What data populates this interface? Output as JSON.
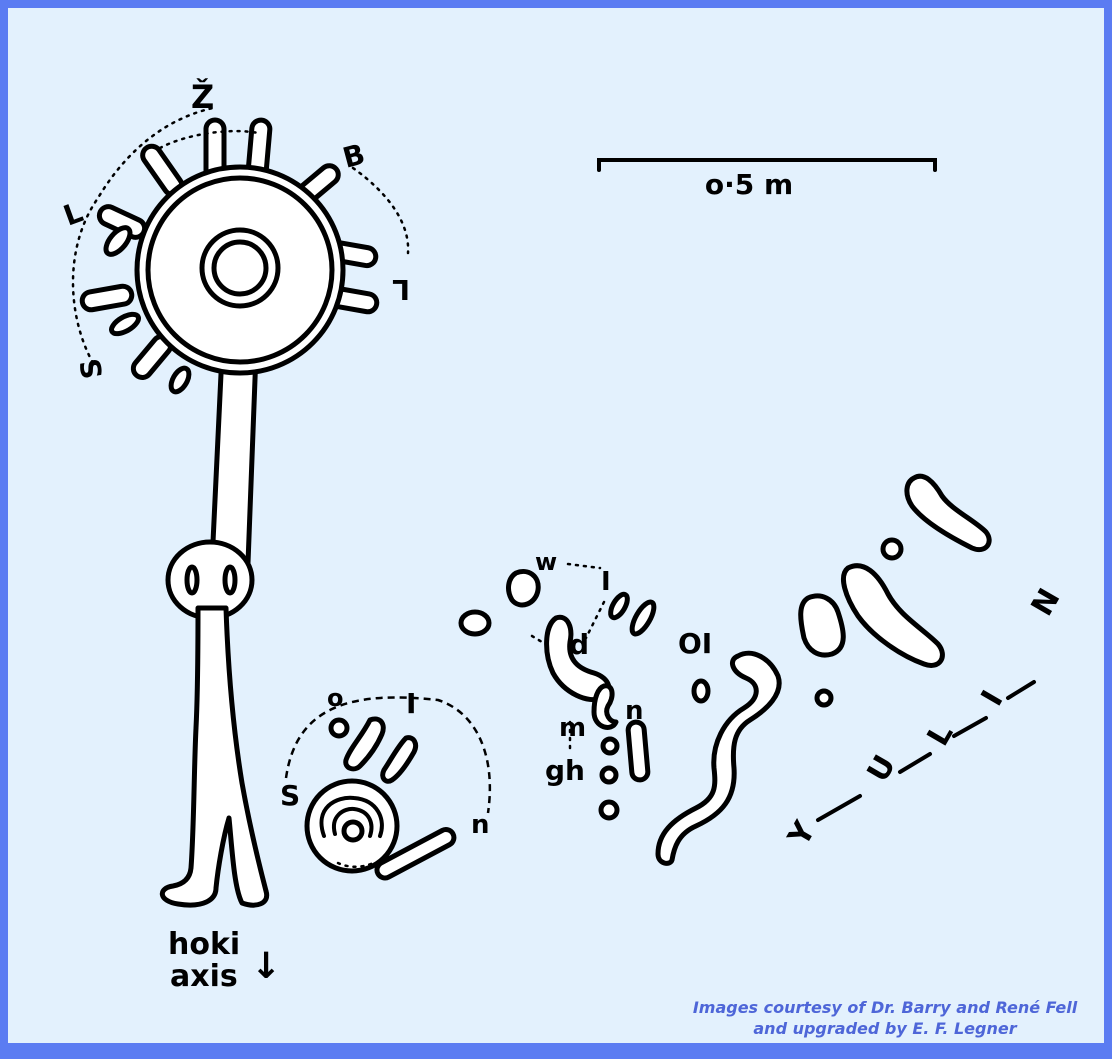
{
  "scale_bar": {
    "label": "o·5 m"
  },
  "figure_labels": {
    "z_tilde": "Ž",
    "b": "B",
    "l_top_left": "L",
    "l_right": "L",
    "s_left": "S",
    "o_small": "o",
    "i_small": "I",
    "s_small": "S",
    "n_small": "n",
    "w": "w",
    "i_mid": "I",
    "d": "d",
    "m": "m",
    "n_mid": "n",
    "gh": "gh",
    "oi": "OI",
    "hoki": "hoki",
    "axis": "axis",
    "arrow": "↓"
  },
  "yulin": [
    "Y",
    "U",
    "L",
    "I",
    "N"
  ],
  "credit": {
    "line1": "Images courtesy of Dr. Barry and René Fell",
    "line2": "and upgraded by E. F. Legner"
  }
}
